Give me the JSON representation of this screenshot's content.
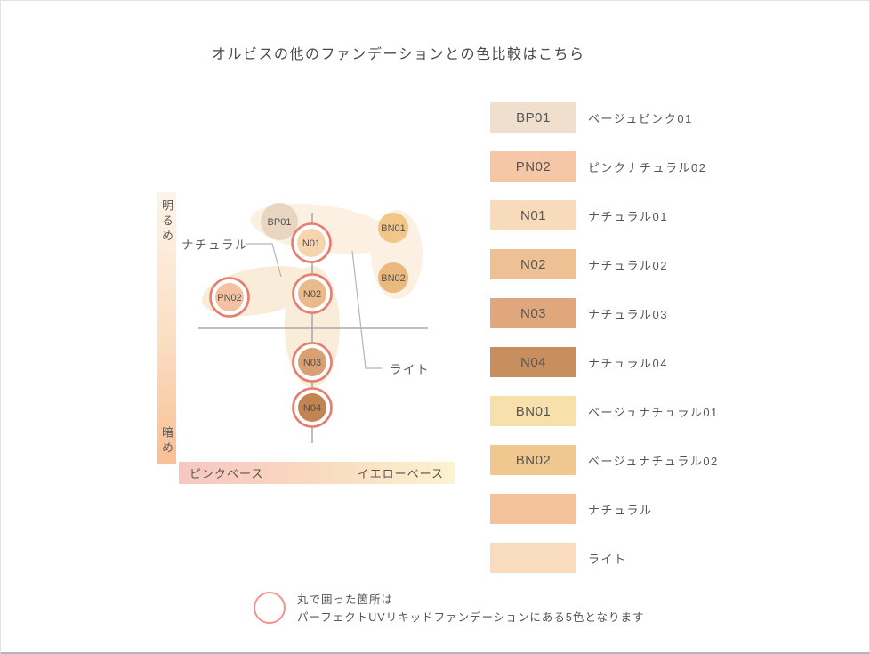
{
  "page": {
    "title": "オルビスの他のファンデーションとの色比較はこちら"
  },
  "colors": {
    "highlight_ring": "#E87C6F",
    "note_circle": "#F2948E",
    "blob_light": "#FBF0E1",
    "blob_natural": "#F9ECD8",
    "axis_line": "#9C9C9C",
    "leader_line": "#B5B5B5",
    "brightness_bar_top": "#FDF4E9",
    "brightness_bar_bottom": "#F8BF93",
    "base_bar_left": "#F8C6C2",
    "base_bar_right": "#FBF3D1"
  },
  "chart_data": {
    "type": "scatter",
    "title": "オルビスの他のファンデーションとの色比較はこちら",
    "x_axis": {
      "dimension": "color base",
      "label_left": "ピンクベース",
      "label_right": "イエローベース"
    },
    "y_axis": {
      "dimension": "brightness",
      "label_top": "明るめ",
      "label_bottom": "暗め"
    },
    "grid": false,
    "points": [
      {
        "code": "BP01",
        "name": "ベージュピンク01",
        "color": "#E9D6C2",
        "circled": false,
        "x_rel": 0.35,
        "y_rel": 0.03
      },
      {
        "code": "N01",
        "name": "ナチュラル01",
        "color": "#F6D4AE",
        "circled": true,
        "x_rel": 0.5,
        "y_rel": 0.13
      },
      {
        "code": "BN01",
        "name": "ベージュナチュラル01",
        "color": "#F1C789",
        "circled": false,
        "x_rel": 0.85,
        "y_rel": 0.07
      },
      {
        "code": "PN02",
        "name": "ピンクナチュラル02",
        "color": "#F4C1A3",
        "circled": true,
        "x_rel": 0.14,
        "y_rel": 0.37
      },
      {
        "code": "N02",
        "name": "ナチュラル02",
        "color": "#EBBA8A",
        "circled": true,
        "x_rel": 0.5,
        "y_rel": 0.35
      },
      {
        "code": "BN02",
        "name": "ベージュナチュラル02",
        "color": "#EAB97D",
        "circled": false,
        "x_rel": 0.85,
        "y_rel": 0.28
      },
      {
        "code": "N03",
        "name": "ナチュラル03",
        "color": "#D9A074",
        "circled": true,
        "x_rel": 0.5,
        "y_rel": 0.65
      },
      {
        "code": "N04",
        "name": "ナチュラル04",
        "color": "#C08553",
        "circled": true,
        "x_rel": 0.5,
        "y_rel": 0.85
      }
    ],
    "groups": [
      {
        "label": "ナチュラル",
        "members": [
          "PN02",
          "N02",
          "N03"
        ]
      },
      {
        "label": "ライト",
        "members": [
          "BP01",
          "N01",
          "BN01",
          "BN02"
        ]
      }
    ]
  },
  "legend": {
    "rows": [
      {
        "code": "BP01",
        "label": "ベージュピンク01",
        "color": "#F1DFCE"
      },
      {
        "code": "PN02",
        "label": "ピンクナチュラル02",
        "color": "#F6C7A7"
      },
      {
        "code": "N01",
        "label": "ナチュラル01",
        "color": "#F8DBBB"
      },
      {
        "code": "N02",
        "label": "ナチュラル02",
        "color": "#EEC194"
      },
      {
        "code": "N03",
        "label": "ナチュラル03",
        "color": "#DFA77B"
      },
      {
        "code": "N04",
        "label": "ナチュラル04",
        "color": "#C98E5D"
      },
      {
        "code": "BN01",
        "label": "ベージュナチュラル01",
        "color": "#F8E0AD"
      },
      {
        "code": "BN02",
        "label": "ベージュナチュラル02",
        "color": "#F0C78F"
      },
      {
        "code": "",
        "label": "ナチュラル",
        "color": "#F4C29B"
      },
      {
        "code": "",
        "label": "ライト",
        "color": "#F9DCBE"
      }
    ]
  },
  "note": {
    "line1": "丸で囲った箇所は",
    "line2": "パーフェクトUVリキッドファンデーションにある5色となります"
  }
}
